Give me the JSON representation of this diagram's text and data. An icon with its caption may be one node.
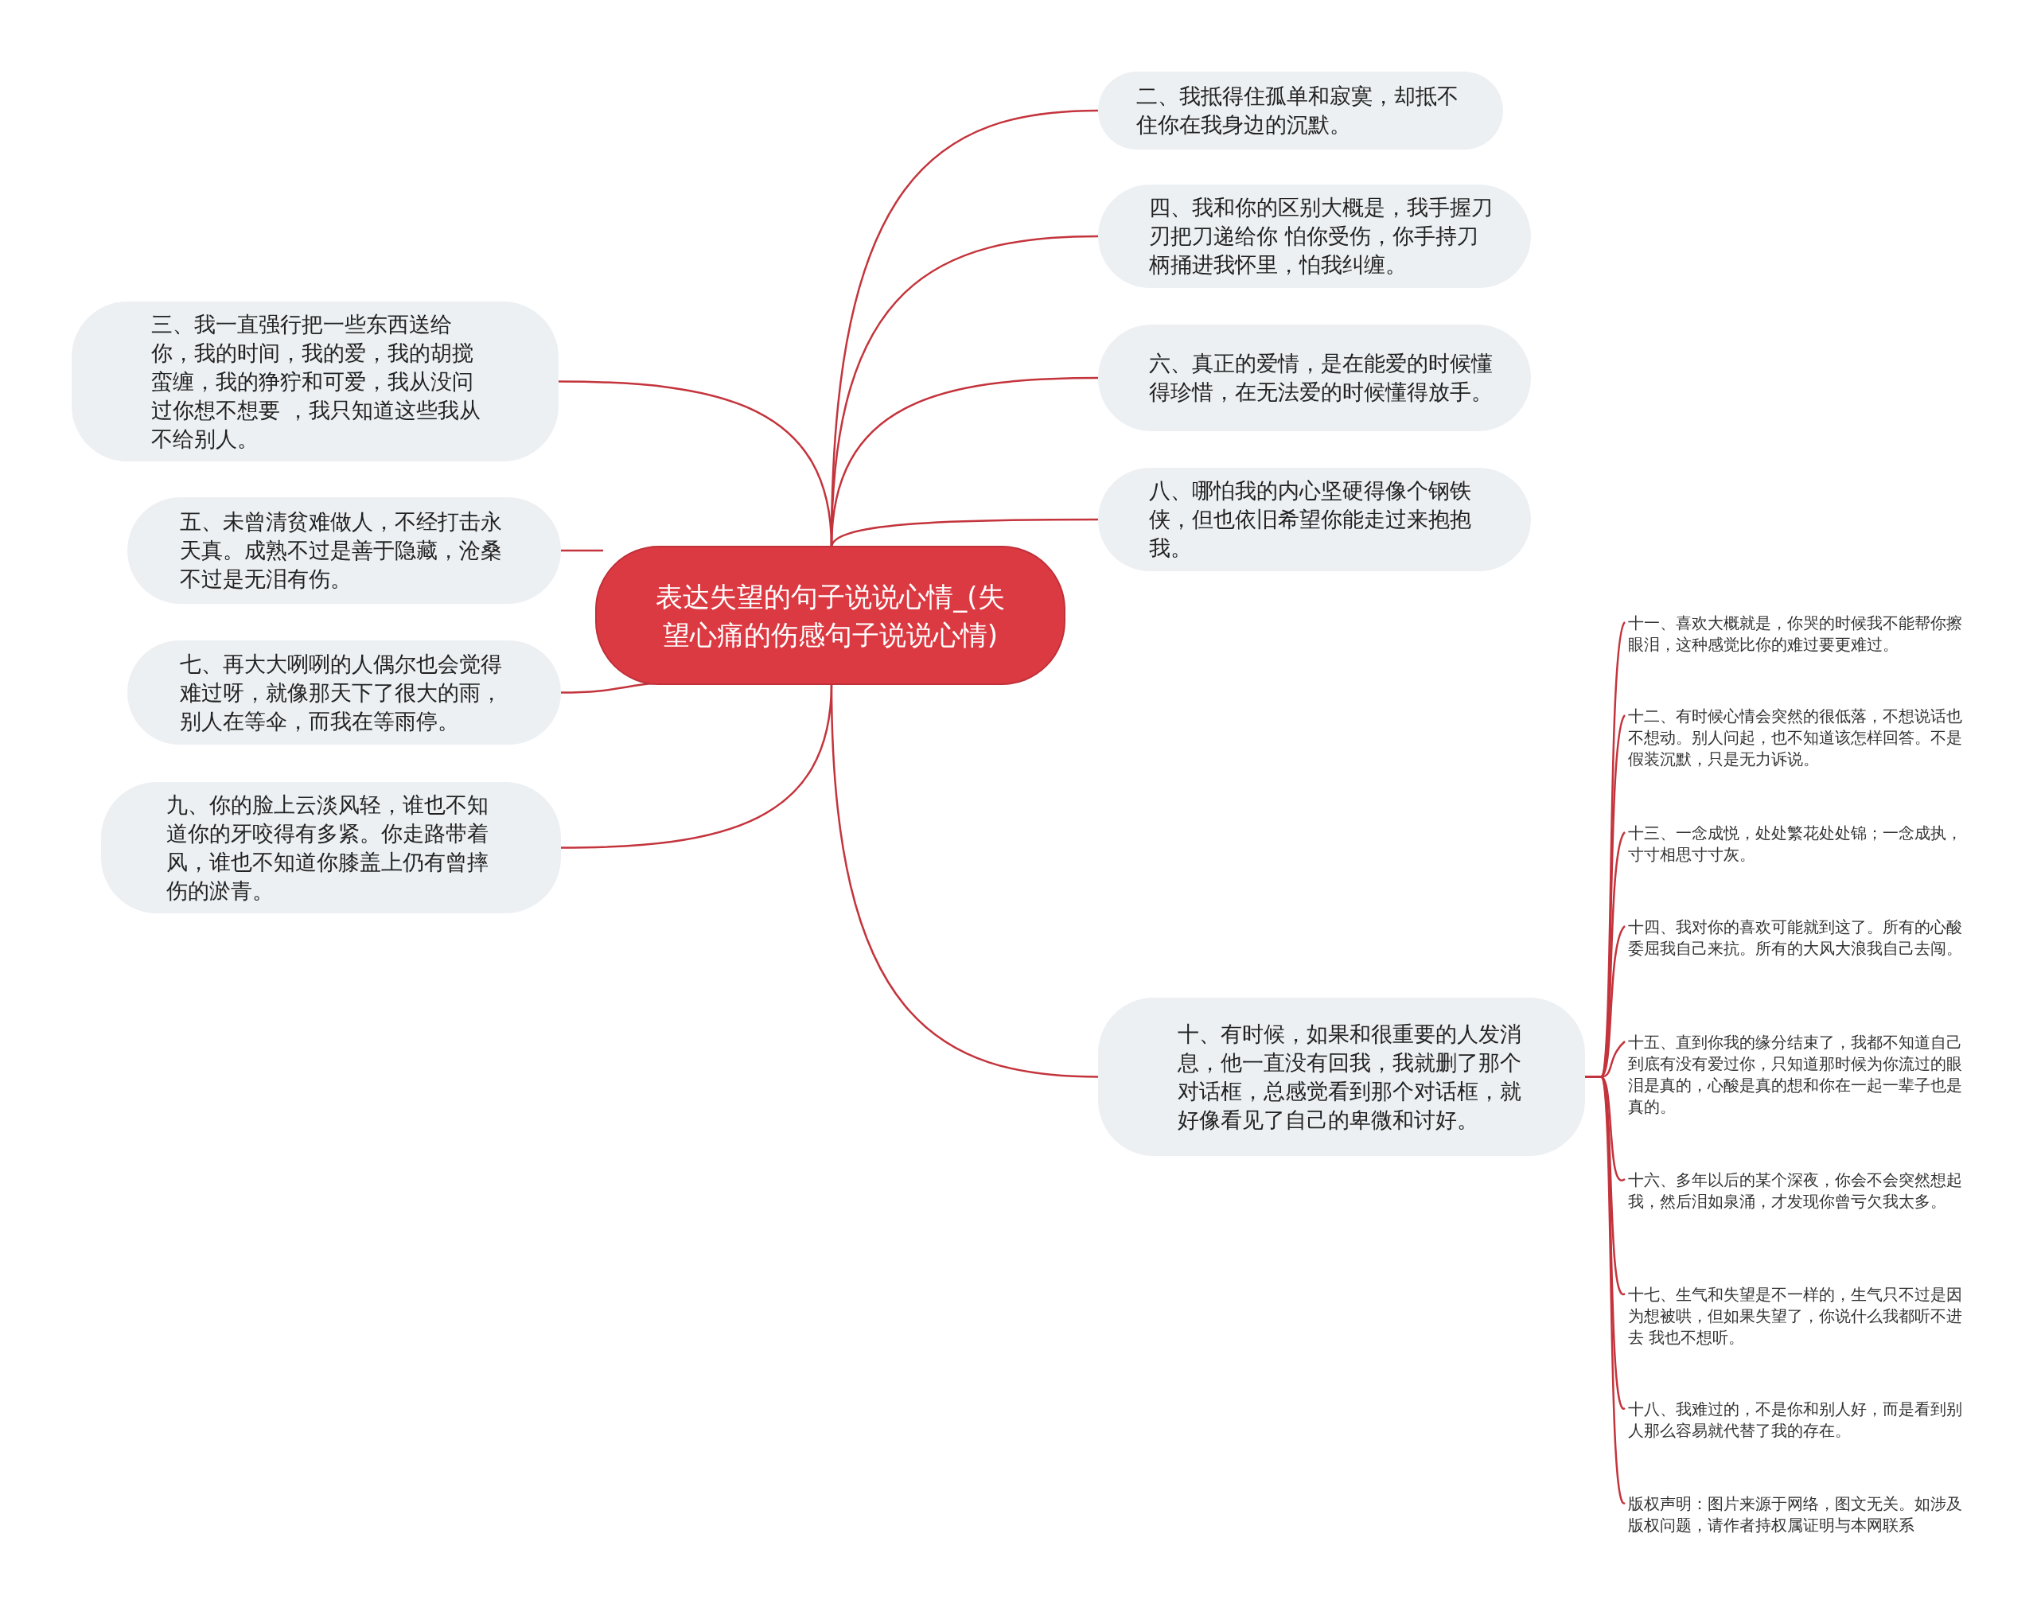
{
  "diagram": {
    "nodes": [
      {
        "text": [
          "表达失望的句子说说心情_(失望心痛的伤感句子说说心情)"
        ]
      },
      {
        "text": [
          "二、我抵得住孤单和寂寞，却抵不住你在我身边的沉默。"
        ]
      },
      {
        "text": [
          "四、我和你的区别大概是，我手握刀刃把刀递给你 怕你受伤，你手持刀柄捅进我怀里，怕我纠缠。"
        ]
      },
      {
        "text": [
          "六、真正的爱情，是在能爱的时候懂得珍惜，在无法爱的时候懂得放手。"
        ]
      },
      {
        "text": [
          "八、哪怕我的内心坚硬得像个钢铁侠，但也依旧希望你能走过来抱抱我。"
        ]
      },
      {
        "text": [
          "三、我一直强行把一些东西送给你，我的时间，我的爱，我的胡搅蛮缠，我的狰狞和可爱，我从没问过你想不想要 ，我只知道这些我从不给别人。"
        ]
      },
      {
        "text": [
          "五、未曾清贫难做人，不经打击永天真。成熟不过是善于隐藏，沧桑不过是无泪有伤。"
        ]
      },
      {
        "text": [
          "七、再大大咧咧的人偶尔也会觉得难过呀，就像那天下了很大的雨，别人在等伞，而我在等雨停。"
        ]
      },
      {
        "text": [
          "九、你的脸上云淡风轻，谁也不知道你的牙咬得有多紧。你走路带着风，谁也不知道你膝盖上仍有曾摔伤的淤青。"
        ]
      },
      {
        "text": [
          "十、有时候，如果和很重要的人发消息，他一直没有回我，我就删了那个对话框，总感觉看到那个对话框，就好像看见了自己的卑微和讨好。"
        ]
      },
      {
        "text": [
          "十一、喜欢大概就是，你哭的时候我不能帮你擦眼泪，这种感觉比你的难过要更难过。"
        ]
      },
      {
        "text": [
          "十二、有时候心情会突然的很低落，不想说话也不想动。别人问起，也不知道该怎样回答。不是假装沉默，只是无力诉说。"
        ]
      },
      {
        "text": [
          "十三、一念成悦，处处繁花处处锦；一念成执，寸寸相思寸寸灰。"
        ]
      },
      {
        "text": [
          "十四、我对你的喜欢可能就到这了。所有的心酸委屈我自己来抗。所有的大风大浪我自己去闯。"
        ]
      },
      {
        "text": [
          "十五、直到你我的缘分结束了，我都不知道自己到底有没有爱过你，只知道那时候为你流过的眼泪是真的，心酸是真的想和你在一起一辈子也是真的。"
        ]
      },
      {
        "text": [
          "十六、多年以后的某个深夜，你会不会突然想起我，然后泪如泉涌，才发现你曾亏欠我太多。"
        ]
      },
      {
        "text": [
          "十七、生气和失望是不一样的，生气只不过是因为想被哄，但如果失望了，你说什么我都听不进去 我也不想听。"
        ]
      },
      {
        "text": [
          "十八、我难过的，不是你和别人好，而是看到别人那么容易就代替了我的存在。"
        ]
      },
      {
        "text": [
          "版权声明：图片来源于网络，图文无关。如涉及版权问题，请作者持权属证明与本网联系"
        ]
      }
    ],
    "edges": [
      {
        "from": 0,
        "to": 1,
        "arrow": "none"
      },
      {
        "from": 0,
        "to": 2,
        "arrow": "none"
      },
      {
        "from": 0,
        "to": 3,
        "arrow": "none"
      },
      {
        "from": 0,
        "to": 4,
        "arrow": "none"
      },
      {
        "from": 0,
        "to": 5,
        "arrow": "none"
      },
      {
        "from": 0,
        "to": 6,
        "arrow": "none"
      },
      {
        "from": 0,
        "to": 7,
        "arrow": "none"
      },
      {
        "from": 0,
        "to": 8,
        "arrow": "none"
      },
      {
        "from": 0,
        "to": 9,
        "arrow": "none"
      },
      {
        "from": 9,
        "to": 10,
        "arrow": "none"
      },
      {
        "from": 9,
        "to": 11,
        "arrow": "none"
      },
      {
        "from": 9,
        "to": 12,
        "arrow": "none"
      },
      {
        "from": 9,
        "to": 13,
        "arrow": "none"
      },
      {
        "from": 9,
        "to": 14,
        "arrow": "none"
      },
      {
        "from": 9,
        "to": 15,
        "arrow": "none"
      },
      {
        "from": 9,
        "to": 16,
        "arrow": "none"
      },
      {
        "from": 9,
        "to": 17,
        "arrow": "none"
      },
      {
        "from": 9,
        "to": 18,
        "arrow": "none"
      }
    ]
  }
}
